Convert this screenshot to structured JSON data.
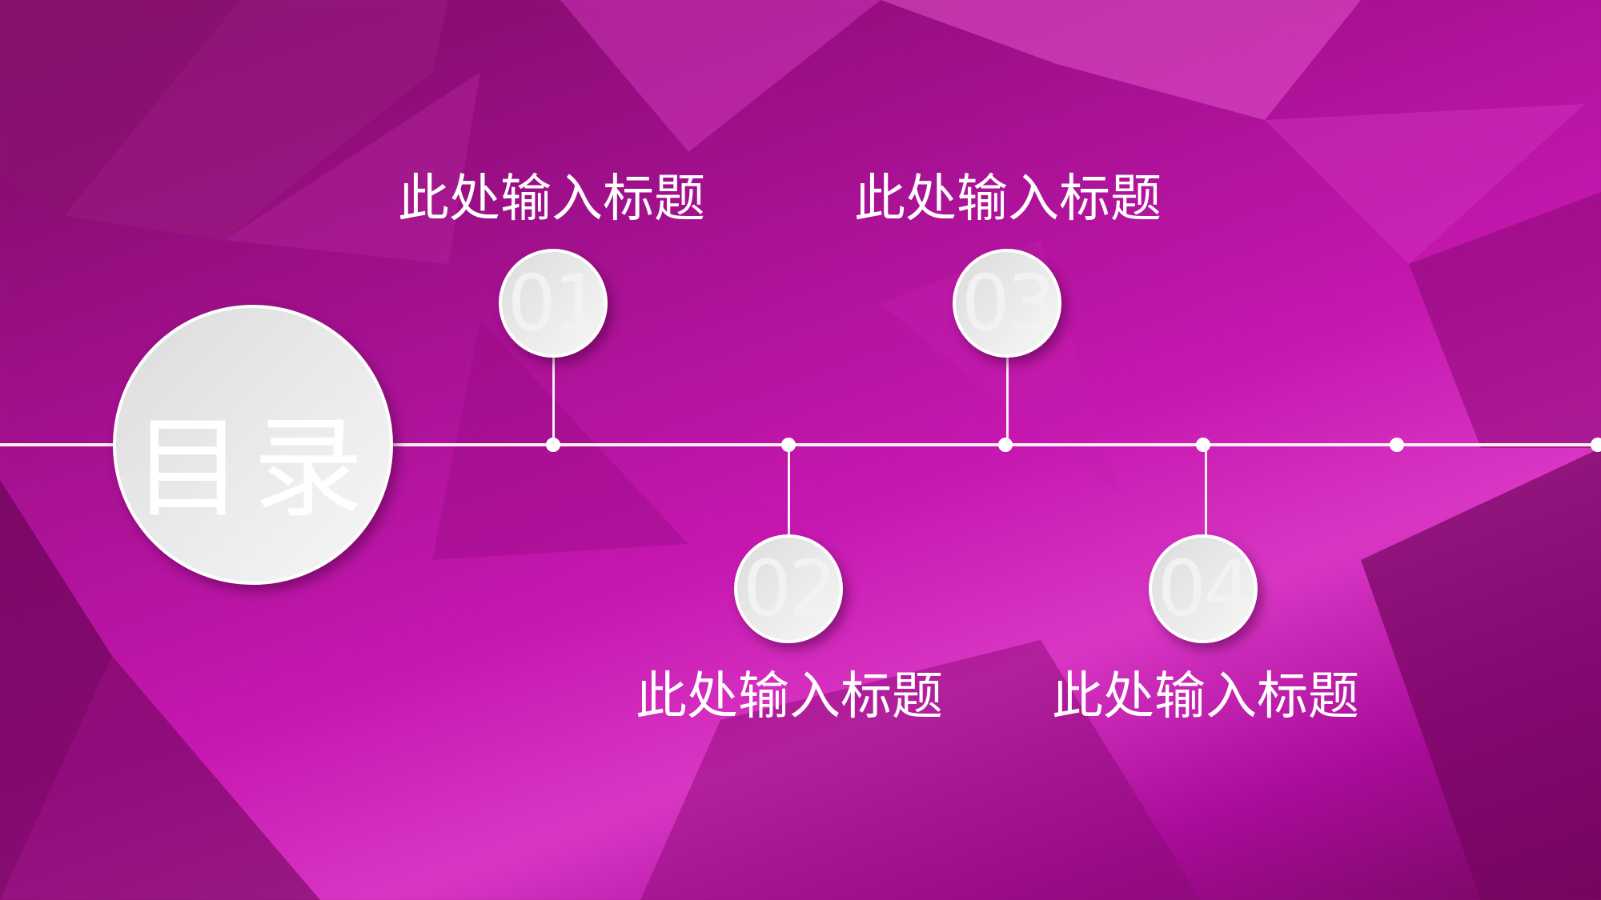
{
  "toc_label": "目录",
  "items": [
    {
      "number": "01",
      "title": "此处输入标题"
    },
    {
      "number": "02",
      "title": "此处输入标题"
    },
    {
      "number": "03",
      "title": "此处输入标题"
    },
    {
      "number": "04",
      "title": "此处输入标题"
    }
  ],
  "colors": {
    "background": "#b00ea0",
    "accent": "#ffffff"
  }
}
